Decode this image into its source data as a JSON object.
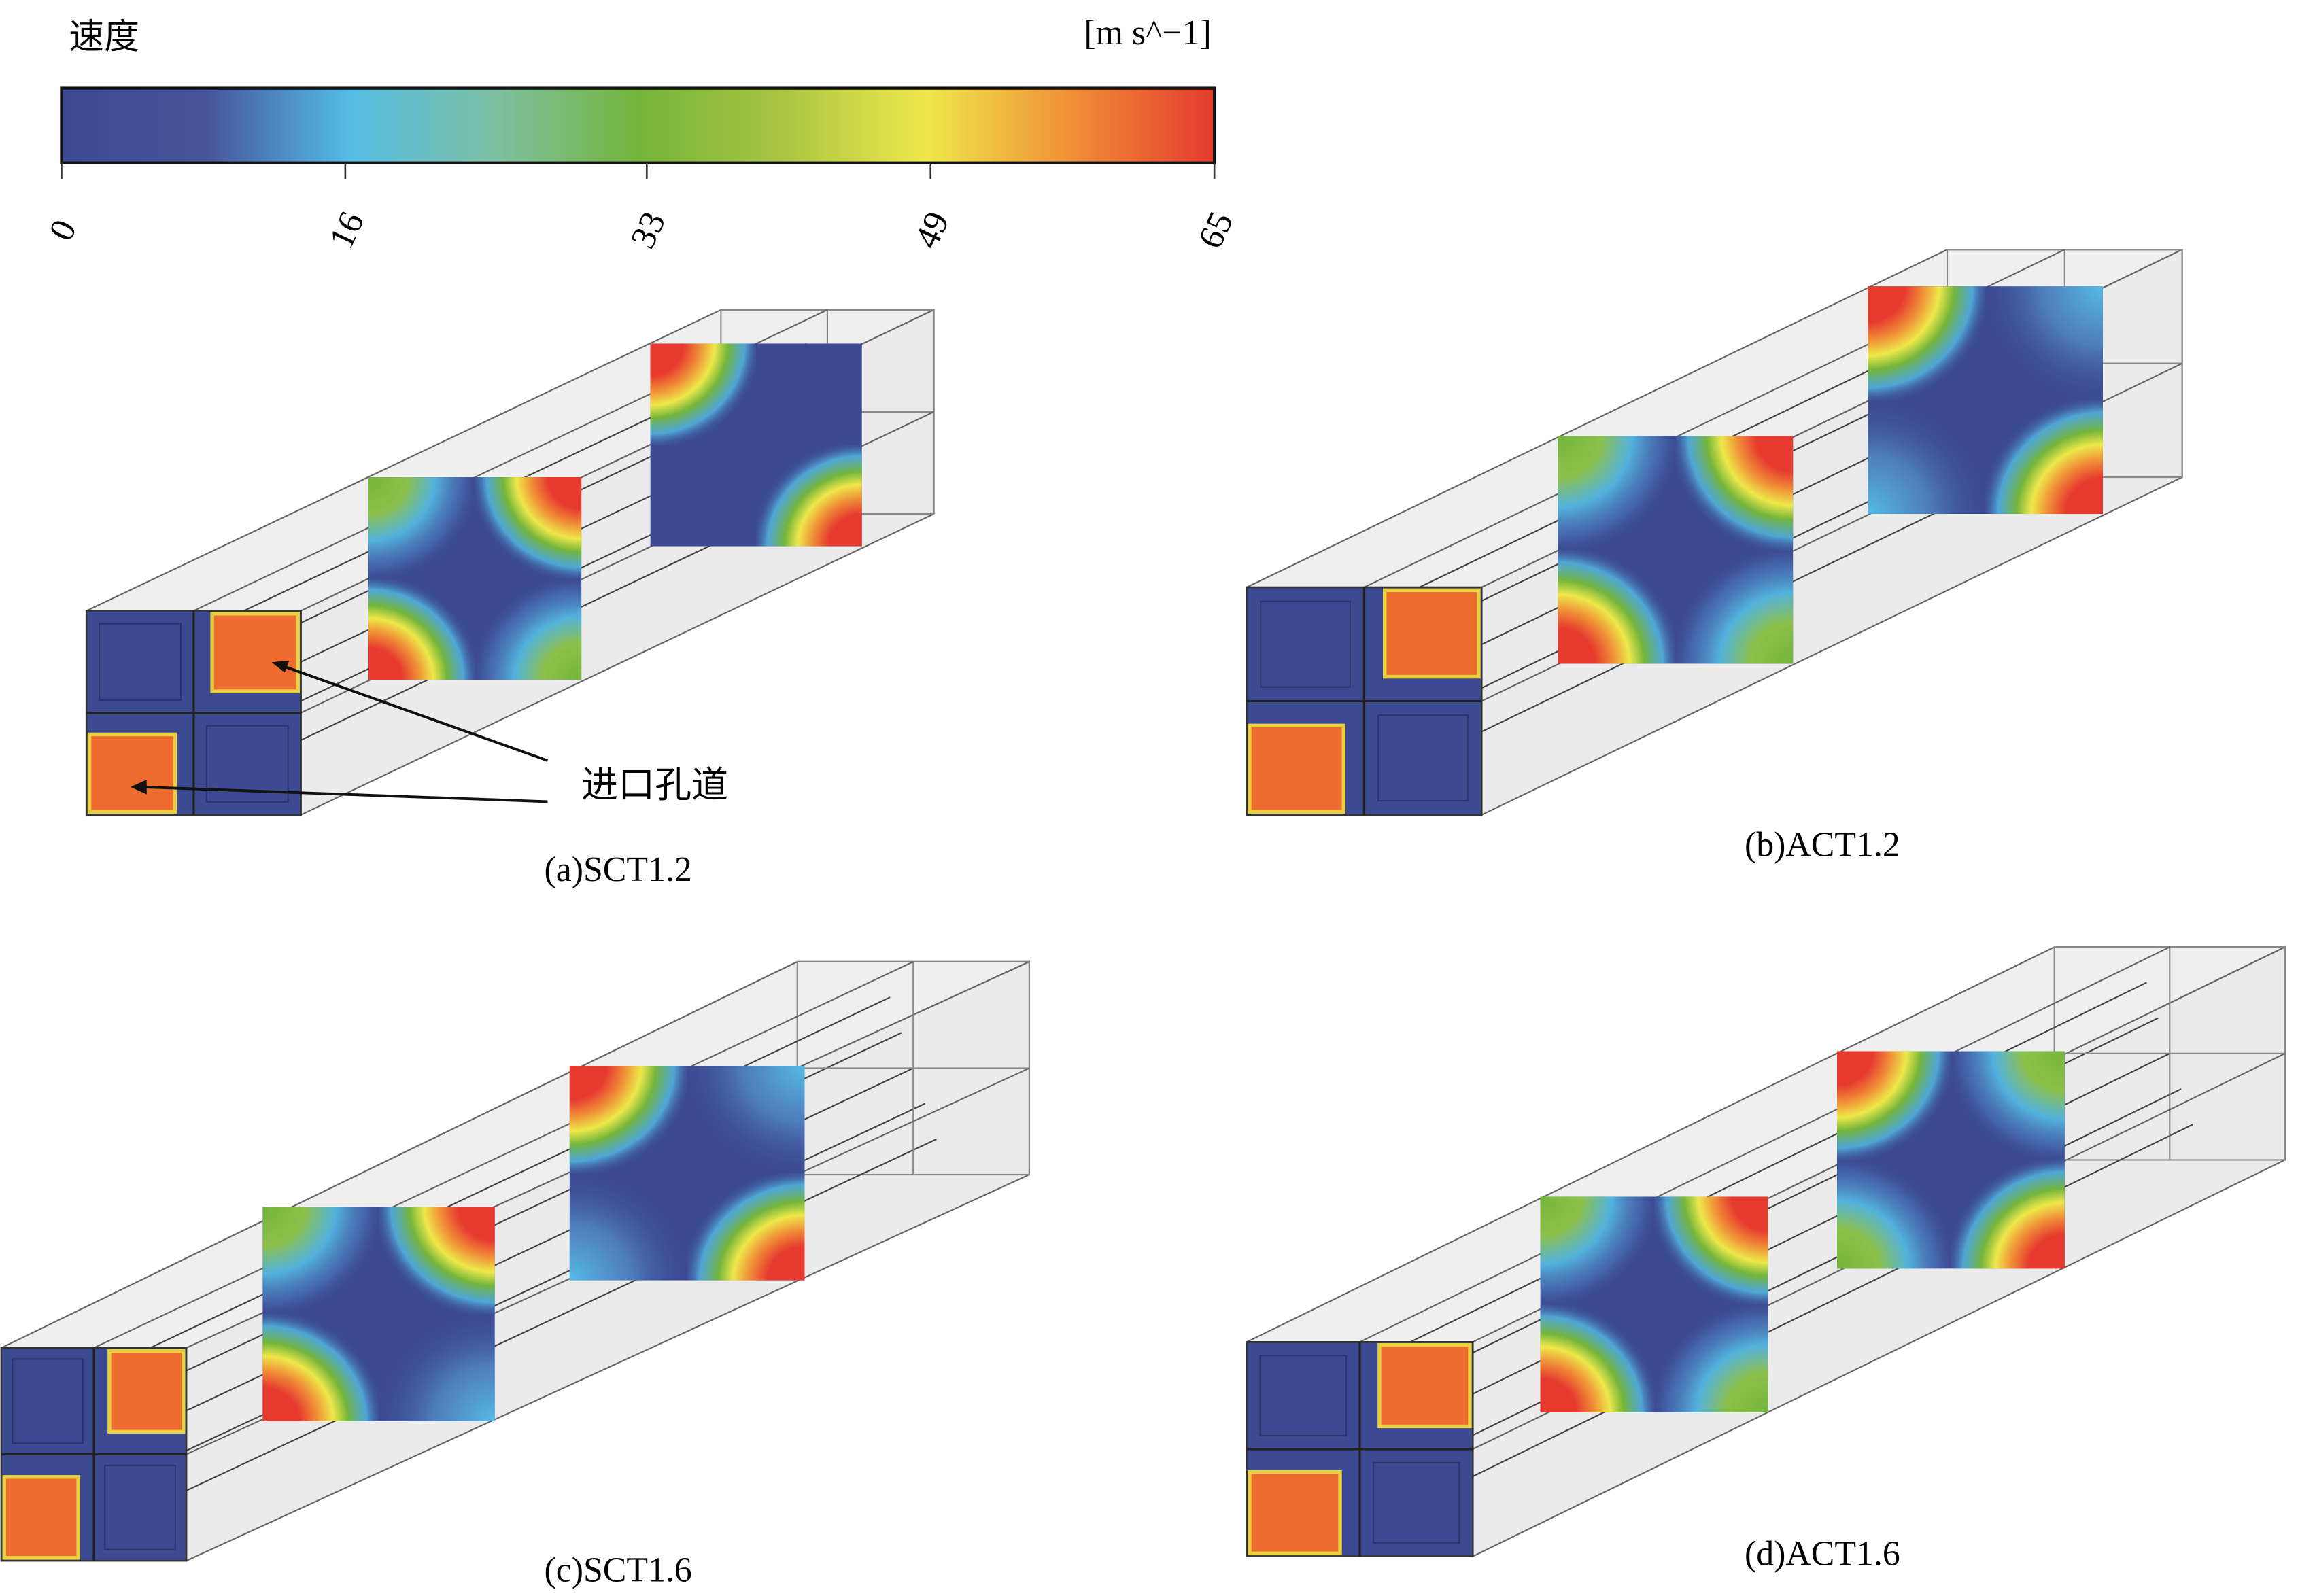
{
  "colorbar": {
    "title": "速度",
    "unit": "[m s^−1]",
    "min": 0,
    "max": 65,
    "ticks": [
      "0",
      "16",
      "33",
      "49",
      "65"
    ],
    "tick_values": [
      0,
      16,
      33,
      49,
      65
    ],
    "colors": [
      "#3c4a92",
      "#46549a",
      "#55bde6",
      "#7ec0a4",
      "#74b53b",
      "#a9c542",
      "#eee84a",
      "#f09037",
      "#e63a2f"
    ]
  },
  "annotation": {
    "label": "进口孔道"
  },
  "panels": [
    {
      "label": "(a)SCT1.2",
      "slices": [
        [
          "warm",
          "hot",
          "hot",
          "warm"
        ],
        [
          "hot",
          "none",
          "none",
          "hot"
        ]
      ]
    },
    {
      "label": "(b)ACT1.2",
      "slices": [
        [
          "warm",
          "hot",
          "hot",
          "warm"
        ],
        [
          "hot",
          "warmc",
          "warmc",
          "hot"
        ]
      ]
    },
    {
      "label": "(c)SCT1.6",
      "slices": [
        [
          "warm",
          "hot",
          "hot",
          "warmc"
        ],
        [
          "hot",
          "warmc",
          "warmc",
          "hot"
        ]
      ]
    },
    {
      "label": "(d)ACT1.6",
      "slices": [
        [
          "warm",
          "hot",
          "hot",
          "warm"
        ],
        [
          "hot",
          "warm",
          "warm",
          "hot"
        ]
      ]
    }
  ]
}
